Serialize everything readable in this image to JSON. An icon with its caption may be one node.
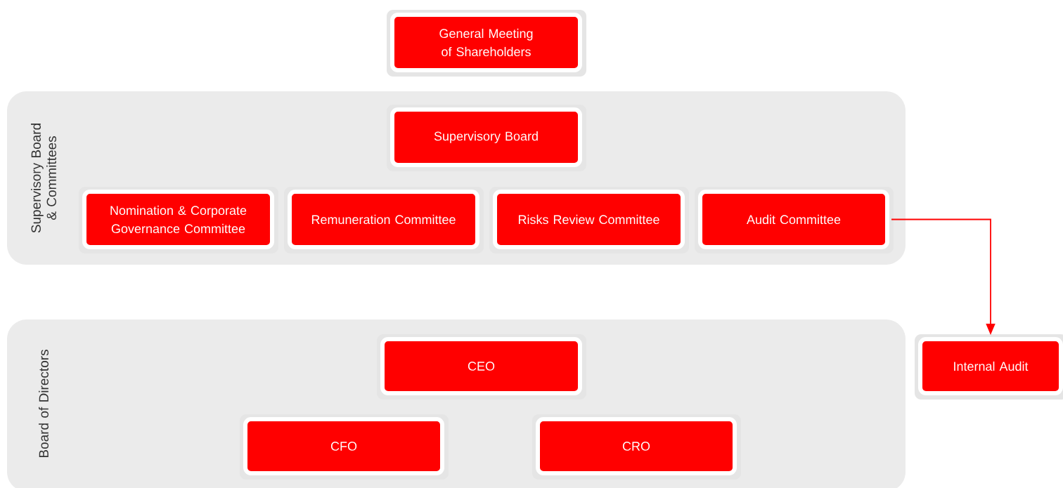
{
  "diagram": {
    "nodes": [
      {
        "text": [
          "General Meeting of Shareholders"
        ]
      },
      {
        "text": [
          "Supervisory Board & Committees"
        ]
      },
      {
        "text": [
          "Supervisory Board"
        ],
        "in": 1
      },
      {
        "text": [
          "Nomination & Corporate Governance Committee"
        ],
        "in": 1
      },
      {
        "text": [
          "Remuneration Committee"
        ],
        "in": 1
      },
      {
        "text": [
          "Risks Review Committee"
        ],
        "in": 1
      },
      {
        "text": [
          "Audit Committee"
        ],
        "in": 1
      },
      {
        "text": [
          "Board of Directors"
        ]
      },
      {
        "text": [
          "CEO"
        ],
        "in": 7
      },
      {
        "text": [
          "CFO"
        ],
        "in": 7
      },
      {
        "text": [
          "CRO"
        ],
        "in": 7
      },
      {
        "text": [
          "Internal Audit"
        ]
      }
    ],
    "edges": [
      {
        "from": 6,
        "to": 11,
        "arrow": "to"
      }
    ]
  }
}
